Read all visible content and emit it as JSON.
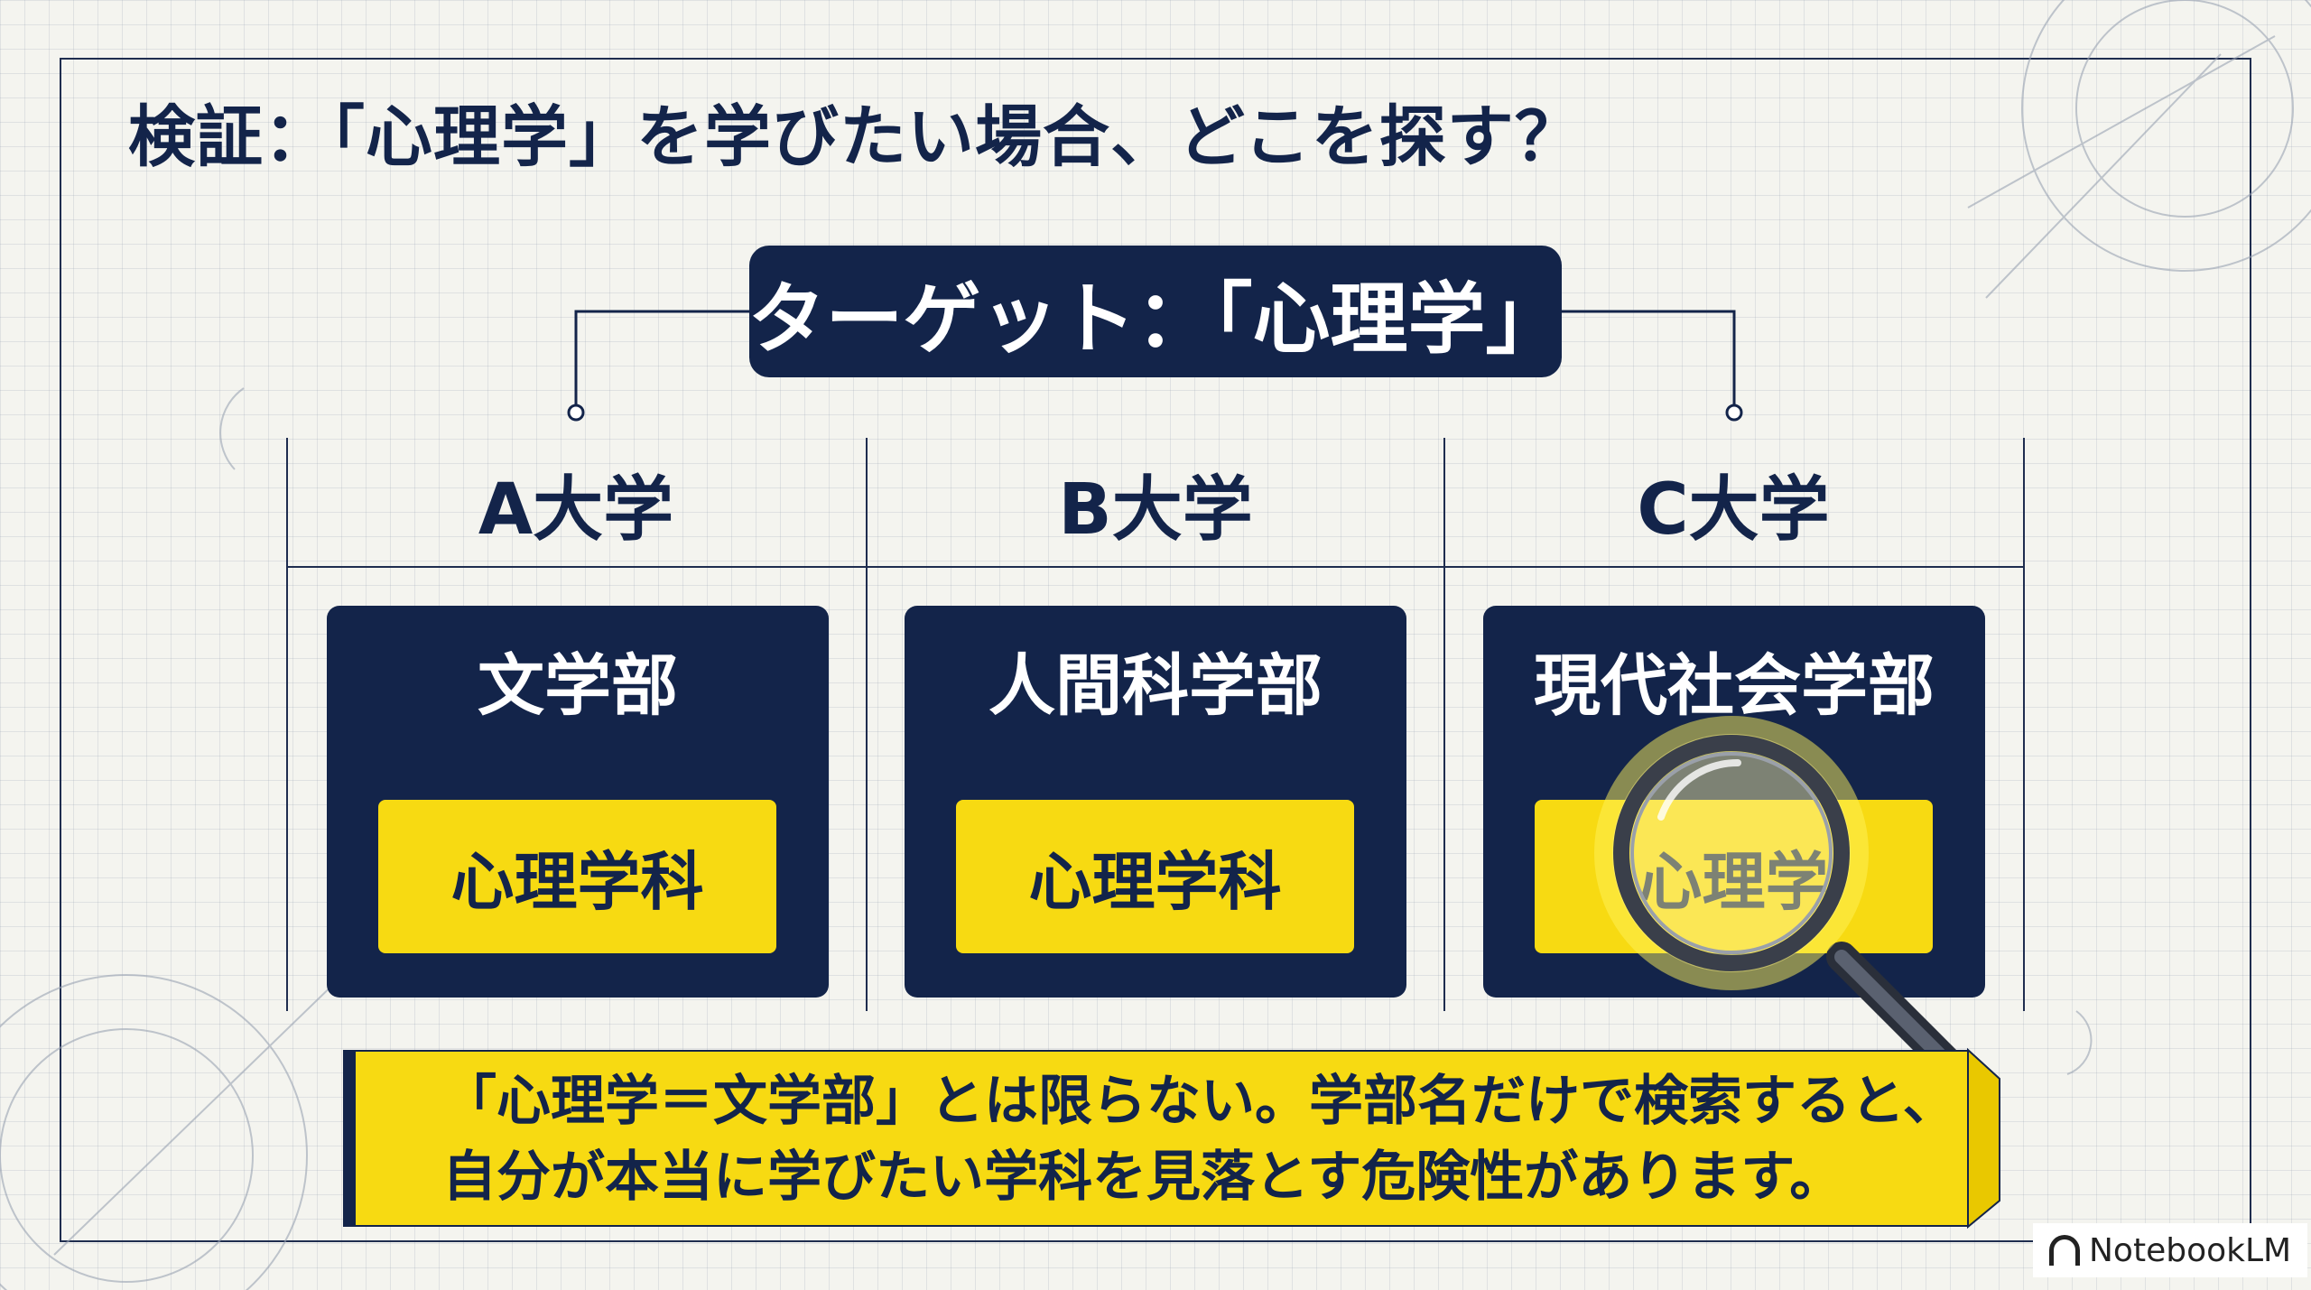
{
  "title": "検証：「心理学」を学びたい場合、どこを探す？",
  "target_label": "ターゲット：「心理学」",
  "universities": [
    {
      "name": "A大学",
      "faculty": "文学部",
      "department": "心理学科"
    },
    {
      "name": "B大学",
      "faculty": "人間科学部",
      "department": "心理学科"
    },
    {
      "name": "C大学",
      "faculty": "現代社会学部",
      "department": "心理学"
    }
  ],
  "callout": {
    "line1": "「心理学＝文学部」とは限らない。学部名だけで検索すると、",
    "line2": "自分が本当に学びたい学科を見落とす危険性があります。"
  },
  "brand": "NotebookLM",
  "colors": {
    "navy": "#13244a",
    "yellow": "#f7da12",
    "background": "#f4f4ef"
  },
  "icons": [
    "magnifier-icon",
    "notebooklm-logo-icon"
  ]
}
